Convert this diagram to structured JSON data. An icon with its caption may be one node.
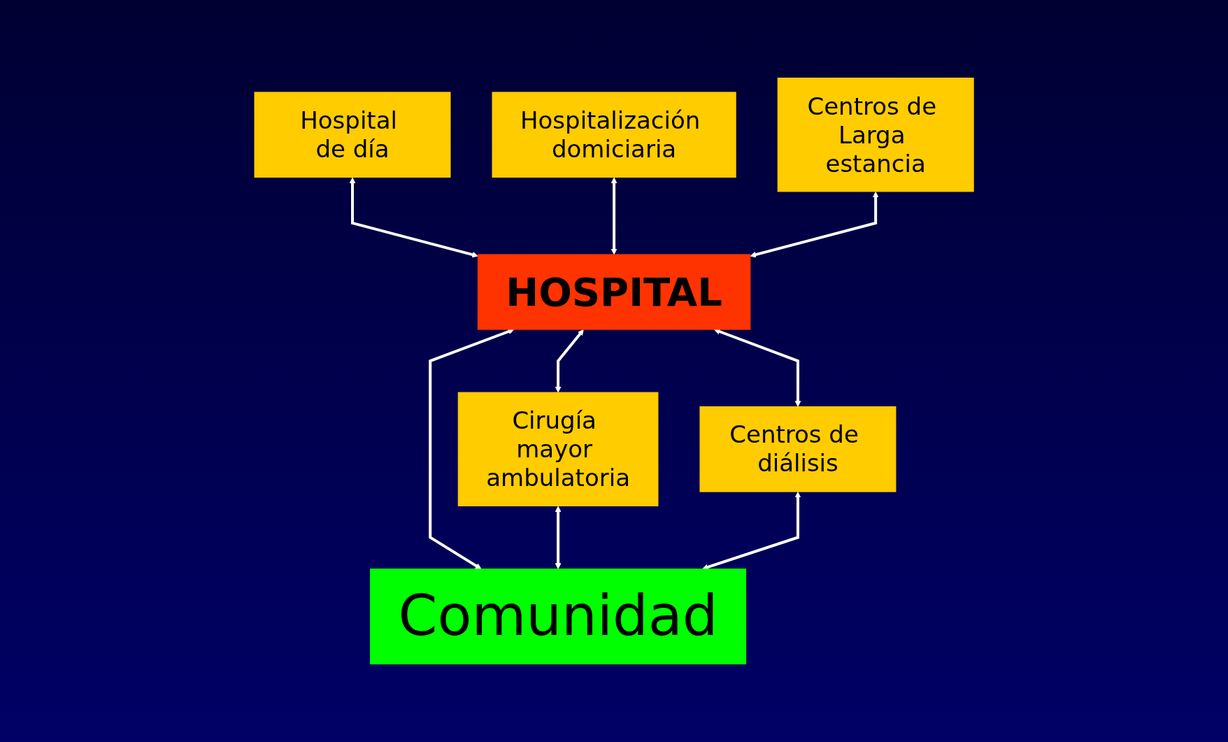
{
  "diagram": {
    "nodes": [
      {
        "text": [
          "Hospitalización domiciaria"
        ]
      },
      {
        "text": [
          "Hospital de día"
        ]
      },
      {
        "text": [
          "Centros de Larga estancia"
        ]
      },
      {
        "text": [
          "HOSPITAL"
        ]
      },
      {
        "text": [
          "Cirugía mayor ambulatoria"
        ]
      },
      {
        "text": [
          "Centros de diálisis"
        ]
      },
      {
        "text": [
          "Comunidad"
        ]
      }
    ],
    "edges": [
      {
        "from": 1,
        "to": 3,
        "arrow": "both"
      },
      {
        "from": 0,
        "to": 3,
        "arrow": "both"
      },
      {
        "from": 2,
        "to": 3,
        "arrow": "both"
      },
      {
        "from": 3,
        "to": 4,
        "arrow": "both"
      },
      {
        "from": 3,
        "to": 5,
        "arrow": "both"
      },
      {
        "from": 3,
        "to": 6,
        "arrow": "both"
      },
      {
        "from": 4,
        "to": 6,
        "arrow": "both"
      },
      {
        "from": 5,
        "to": 6,
        "arrow": "both"
      }
    ]
  }
}
